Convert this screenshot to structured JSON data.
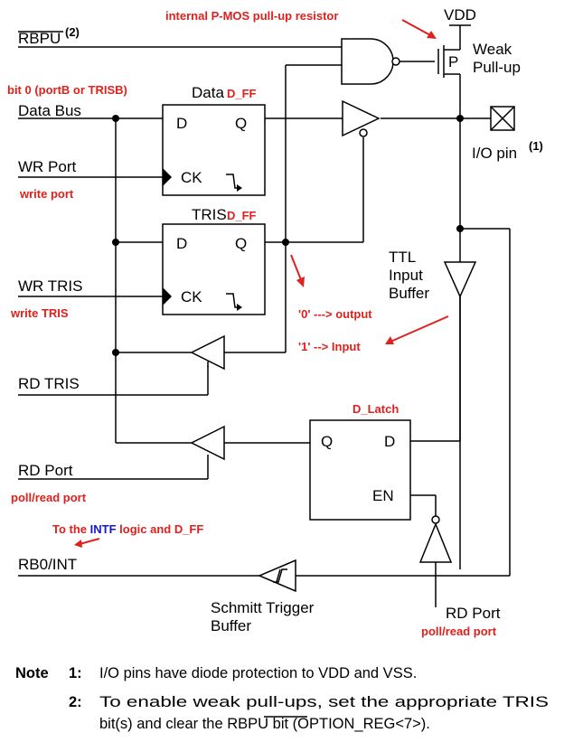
{
  "signals": {
    "rbpu": "RBPU",
    "rbpu_sup": "(2)",
    "data_bus": "Data Bus",
    "wr_port": "WR Port",
    "wr_tris": "WR TRIS",
    "rd_tris": "RD TRIS",
    "rd_port": "RD Port",
    "rb0_int": "RB0/INT",
    "rd_port_bottom": "RD Port"
  },
  "components": {
    "vdd": "VDD",
    "weak_pullup_l1": "Weak",
    "weak_pullup_l2": "Pull-up",
    "pmos_p": "P",
    "data_title": "Data",
    "tris_title": "TRIS",
    "ff_d": "D",
    "ff_q": "Q",
    "ff_ck": "CK",
    "latch_q": "Q",
    "latch_d": "D",
    "latch_en": "EN",
    "io_pin": "I/O pin",
    "io_pin_sup": "(1)",
    "ttl_l1": "TTL",
    "ttl_l2": "Input",
    "ttl_l3": "Buffer",
    "schmitt_l1": "Schmitt Trigger",
    "schmitt_l2": "Buffer"
  },
  "annotations": {
    "pmos_note": "internal P-MOS pull-up resistor",
    "bit0_note": "bit 0 (portB or TRISB)",
    "dff1": "D_FF",
    "dff2": "D_FF",
    "write_port": "write port",
    "write_tris": "write TRIS",
    "zero_output": "'0' ---> output",
    "one_input": "'1' --> Input",
    "d_latch": "D_Latch",
    "poll_read_port_1": "poll/read port",
    "poll_read_port_2": "poll/read port",
    "intf_pre": "To the ",
    "intf_mid": "INTF",
    "intf_post": " logic and D_FF"
  },
  "notes": {
    "note_label": "Note",
    "n1_num": "1:",
    "n1_text": "I/O pins have diode protection to VDD and VSS.",
    "n2_num": "2:",
    "n2_text_a": "To enable weak pull-ups, set the appropriate TRIS",
    "n2_text_b": "bit(s) and clear the RBPU bit (OPTION_REG<7>)."
  },
  "colors": {
    "annotation": "#e0201c",
    "intf": "#1515d0",
    "line": "#000000"
  }
}
